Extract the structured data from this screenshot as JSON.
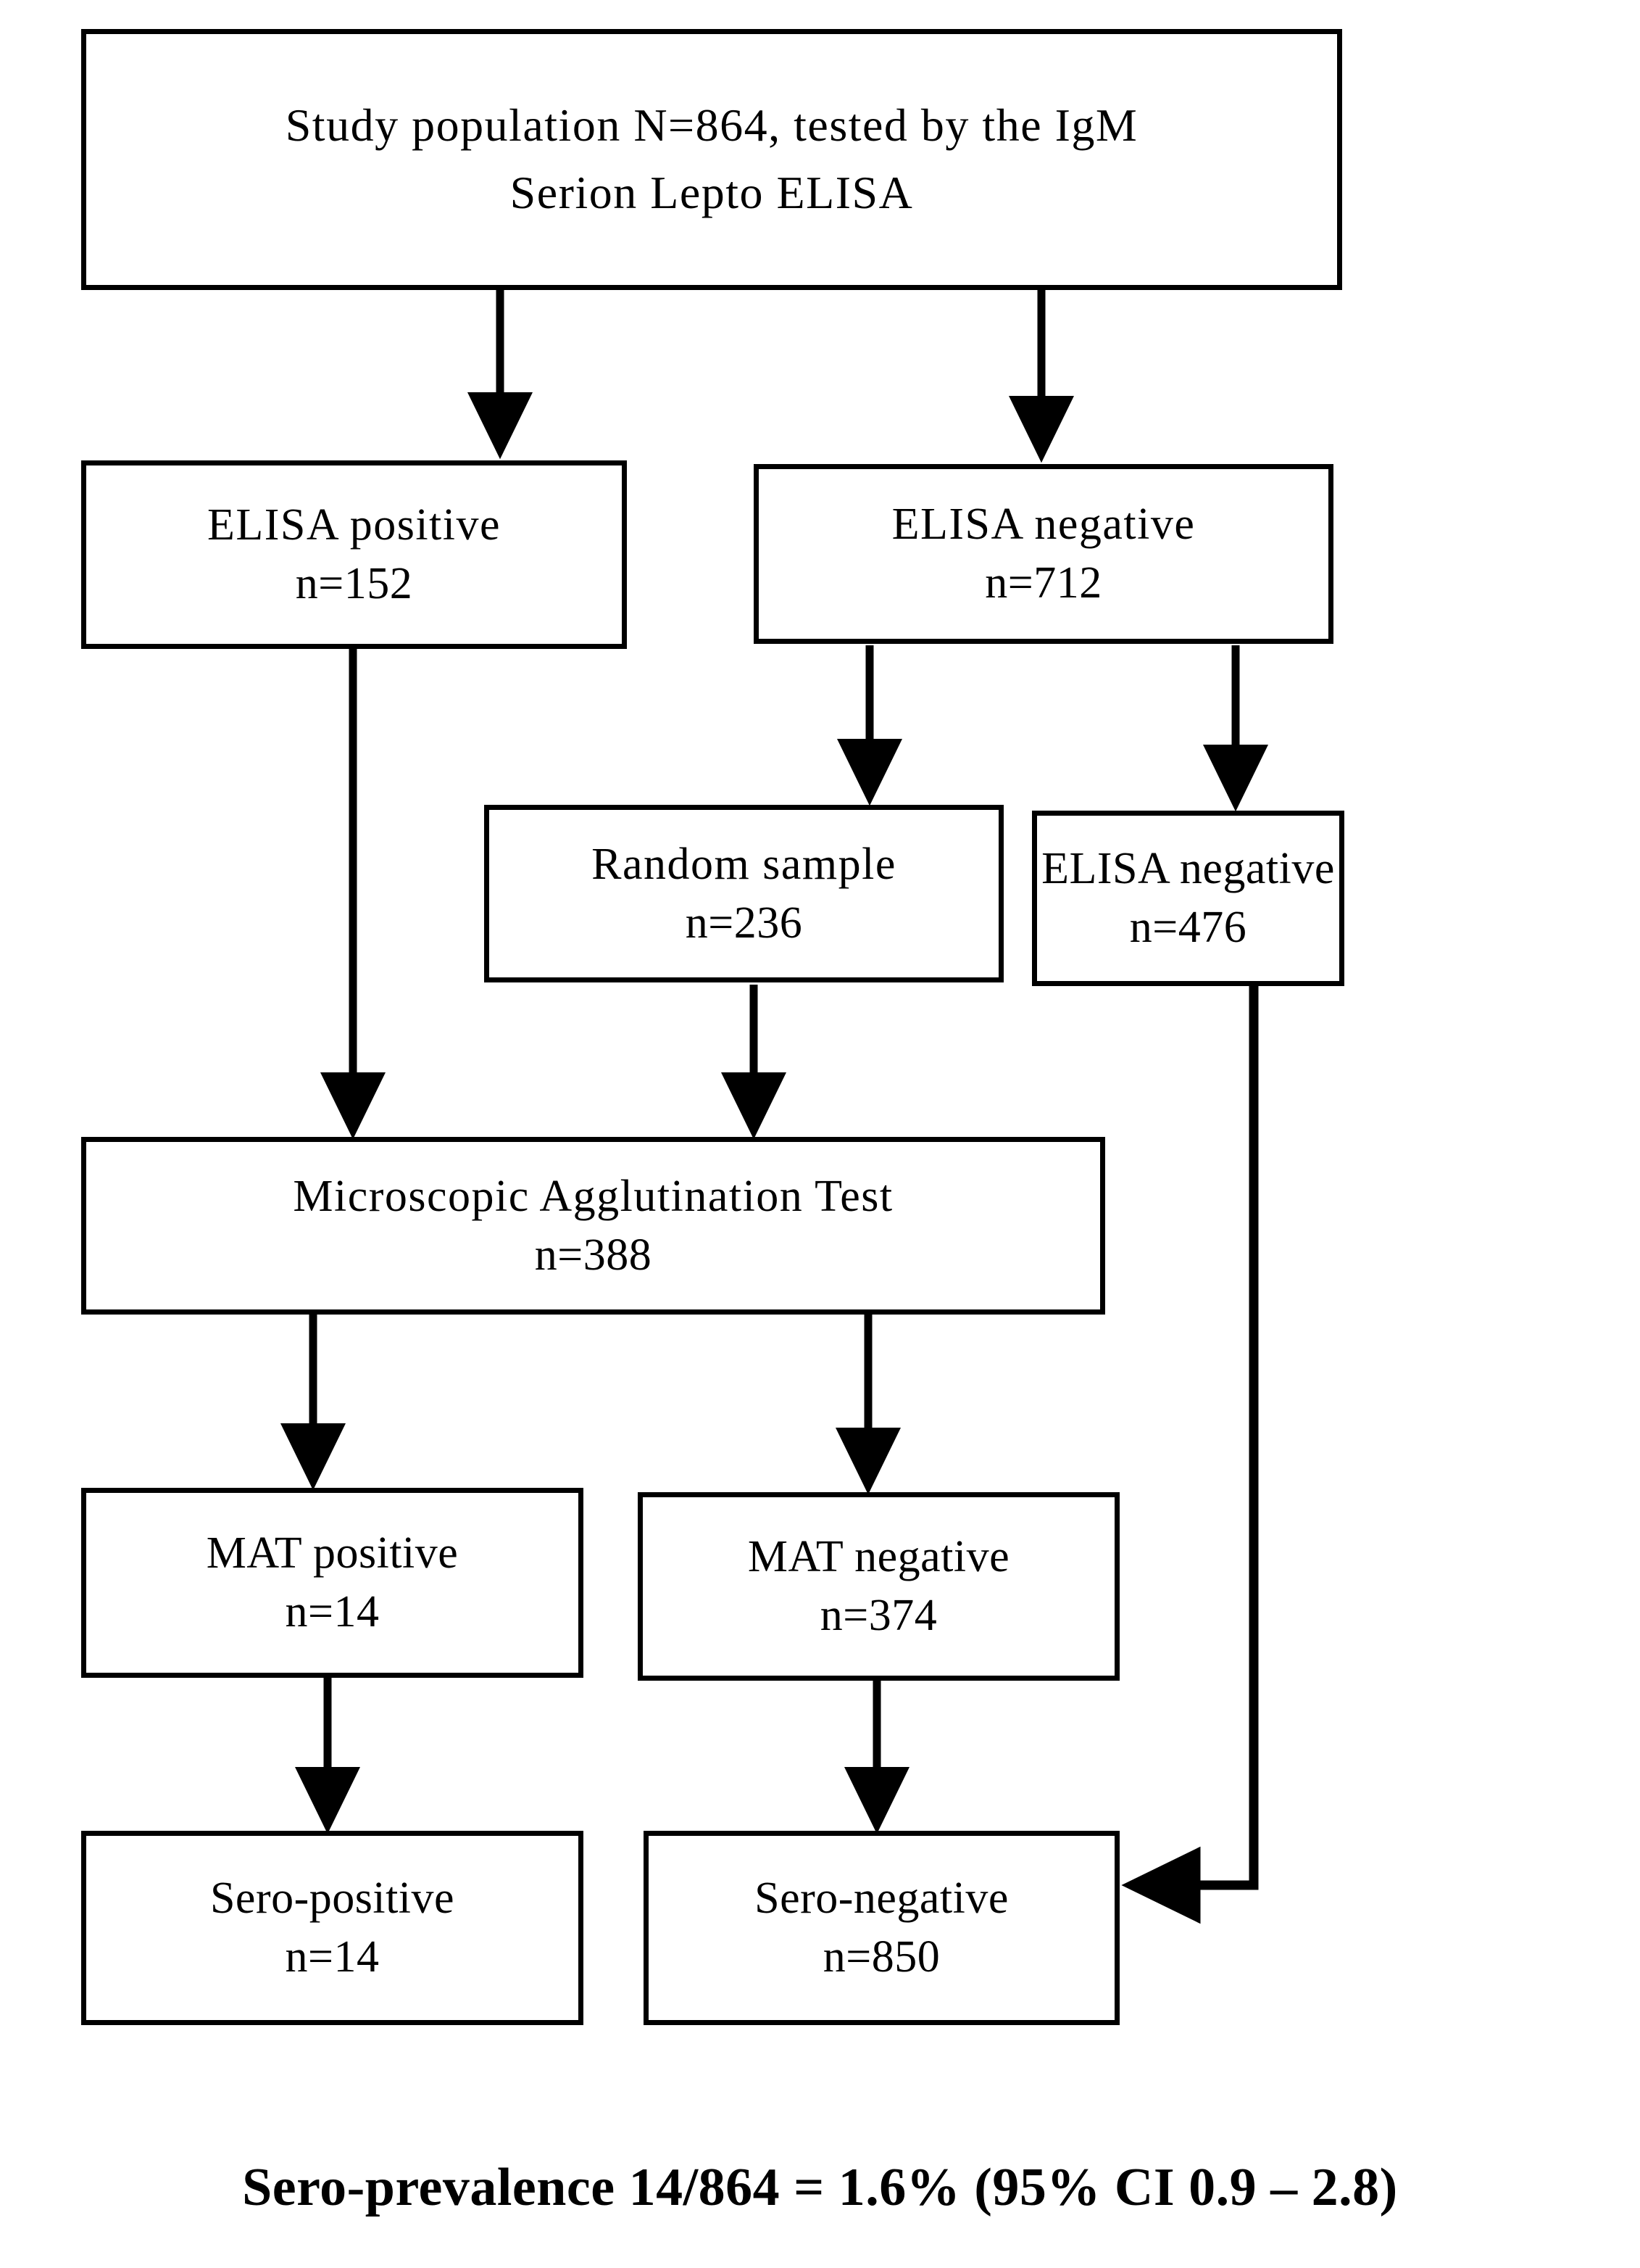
{
  "diagram": {
    "title_text": "Study population N=864, tested by the IgM Serion Lepto ELISA",
    "nodes": [
      {
        "id": "study-population",
        "line1": "Study population  N=864, tested by the IgM",
        "line2": "Serion Lepto ELISA"
      },
      {
        "id": "elisa-positive",
        "line1": "ELISA  positive",
        "line2": "n=152"
      },
      {
        "id": "elisa-negative",
        "line1": "ELISA  negative",
        "line2": "n=712"
      },
      {
        "id": "random-sample",
        "line1": "Random  sample",
        "line2": "n=236"
      },
      {
        "id": "elisa-negative-476",
        "line1": "ELISA negative",
        "line2": "n=476"
      },
      {
        "id": "microscopic-agglutination-test",
        "line1": "Microscopic  Agglutination  Test",
        "line2": "n=388"
      },
      {
        "id": "mat-positive",
        "line1": "MAT positive",
        "line2": "n=14"
      },
      {
        "id": "mat-negative",
        "line1": "MAT negative",
        "line2": "n=374"
      },
      {
        "id": "sero-positive",
        "line1": "Sero-positive",
        "line2": "n=14"
      },
      {
        "id": "sero-negative",
        "line1": "Sero-negative",
        "line2": "n=850"
      }
    ],
    "caption": "Sero-prevalence 14/864 = 1.6% (95% CI 0.9 – 2.8)",
    "colors": {
      "stroke": "#000000",
      "fill": "#ffffff",
      "text": "#000000"
    }
  },
  "chart_data": {
    "type": "diagram",
    "title": "Study population N=864, tested by the IgM Serion Lepto ELISA",
    "flow": [
      {
        "from": "study-population",
        "to": "elisa-positive",
        "label": ""
      },
      {
        "from": "study-population",
        "to": "elisa-negative",
        "label": ""
      },
      {
        "from": "elisa-negative",
        "to": "random-sample",
        "label": ""
      },
      {
        "from": "elisa-negative",
        "to": "elisa-negative-476",
        "label": ""
      },
      {
        "from": "elisa-positive",
        "to": "microscopic-agglutination-test",
        "label": ""
      },
      {
        "from": "random-sample",
        "to": "microscopic-agglutination-test",
        "label": ""
      },
      {
        "from": "microscopic-agglutination-test",
        "to": "mat-positive",
        "label": ""
      },
      {
        "from": "microscopic-agglutination-test",
        "to": "mat-negative",
        "label": ""
      },
      {
        "from": "mat-positive",
        "to": "sero-positive",
        "label": ""
      },
      {
        "from": "mat-negative",
        "to": "sero-negative",
        "label": ""
      },
      {
        "from": "elisa-negative-476",
        "to": "sero-negative",
        "label": ""
      }
    ],
    "counts": {
      "study_population": 864,
      "elisa_positive": 152,
      "elisa_negative": 712,
      "random_sample": 236,
      "elisa_negative_not_sampled": 476,
      "mat_tested": 388,
      "mat_positive": 14,
      "mat_negative": 374,
      "sero_positive": 14,
      "sero_negative": 850
    },
    "summary": {
      "numerator": 14,
      "denominator": 864,
      "prevalence_percent": 1.6,
      "ci_low": 0.9,
      "ci_high": 2.8,
      "ci_level": "95%"
    }
  }
}
